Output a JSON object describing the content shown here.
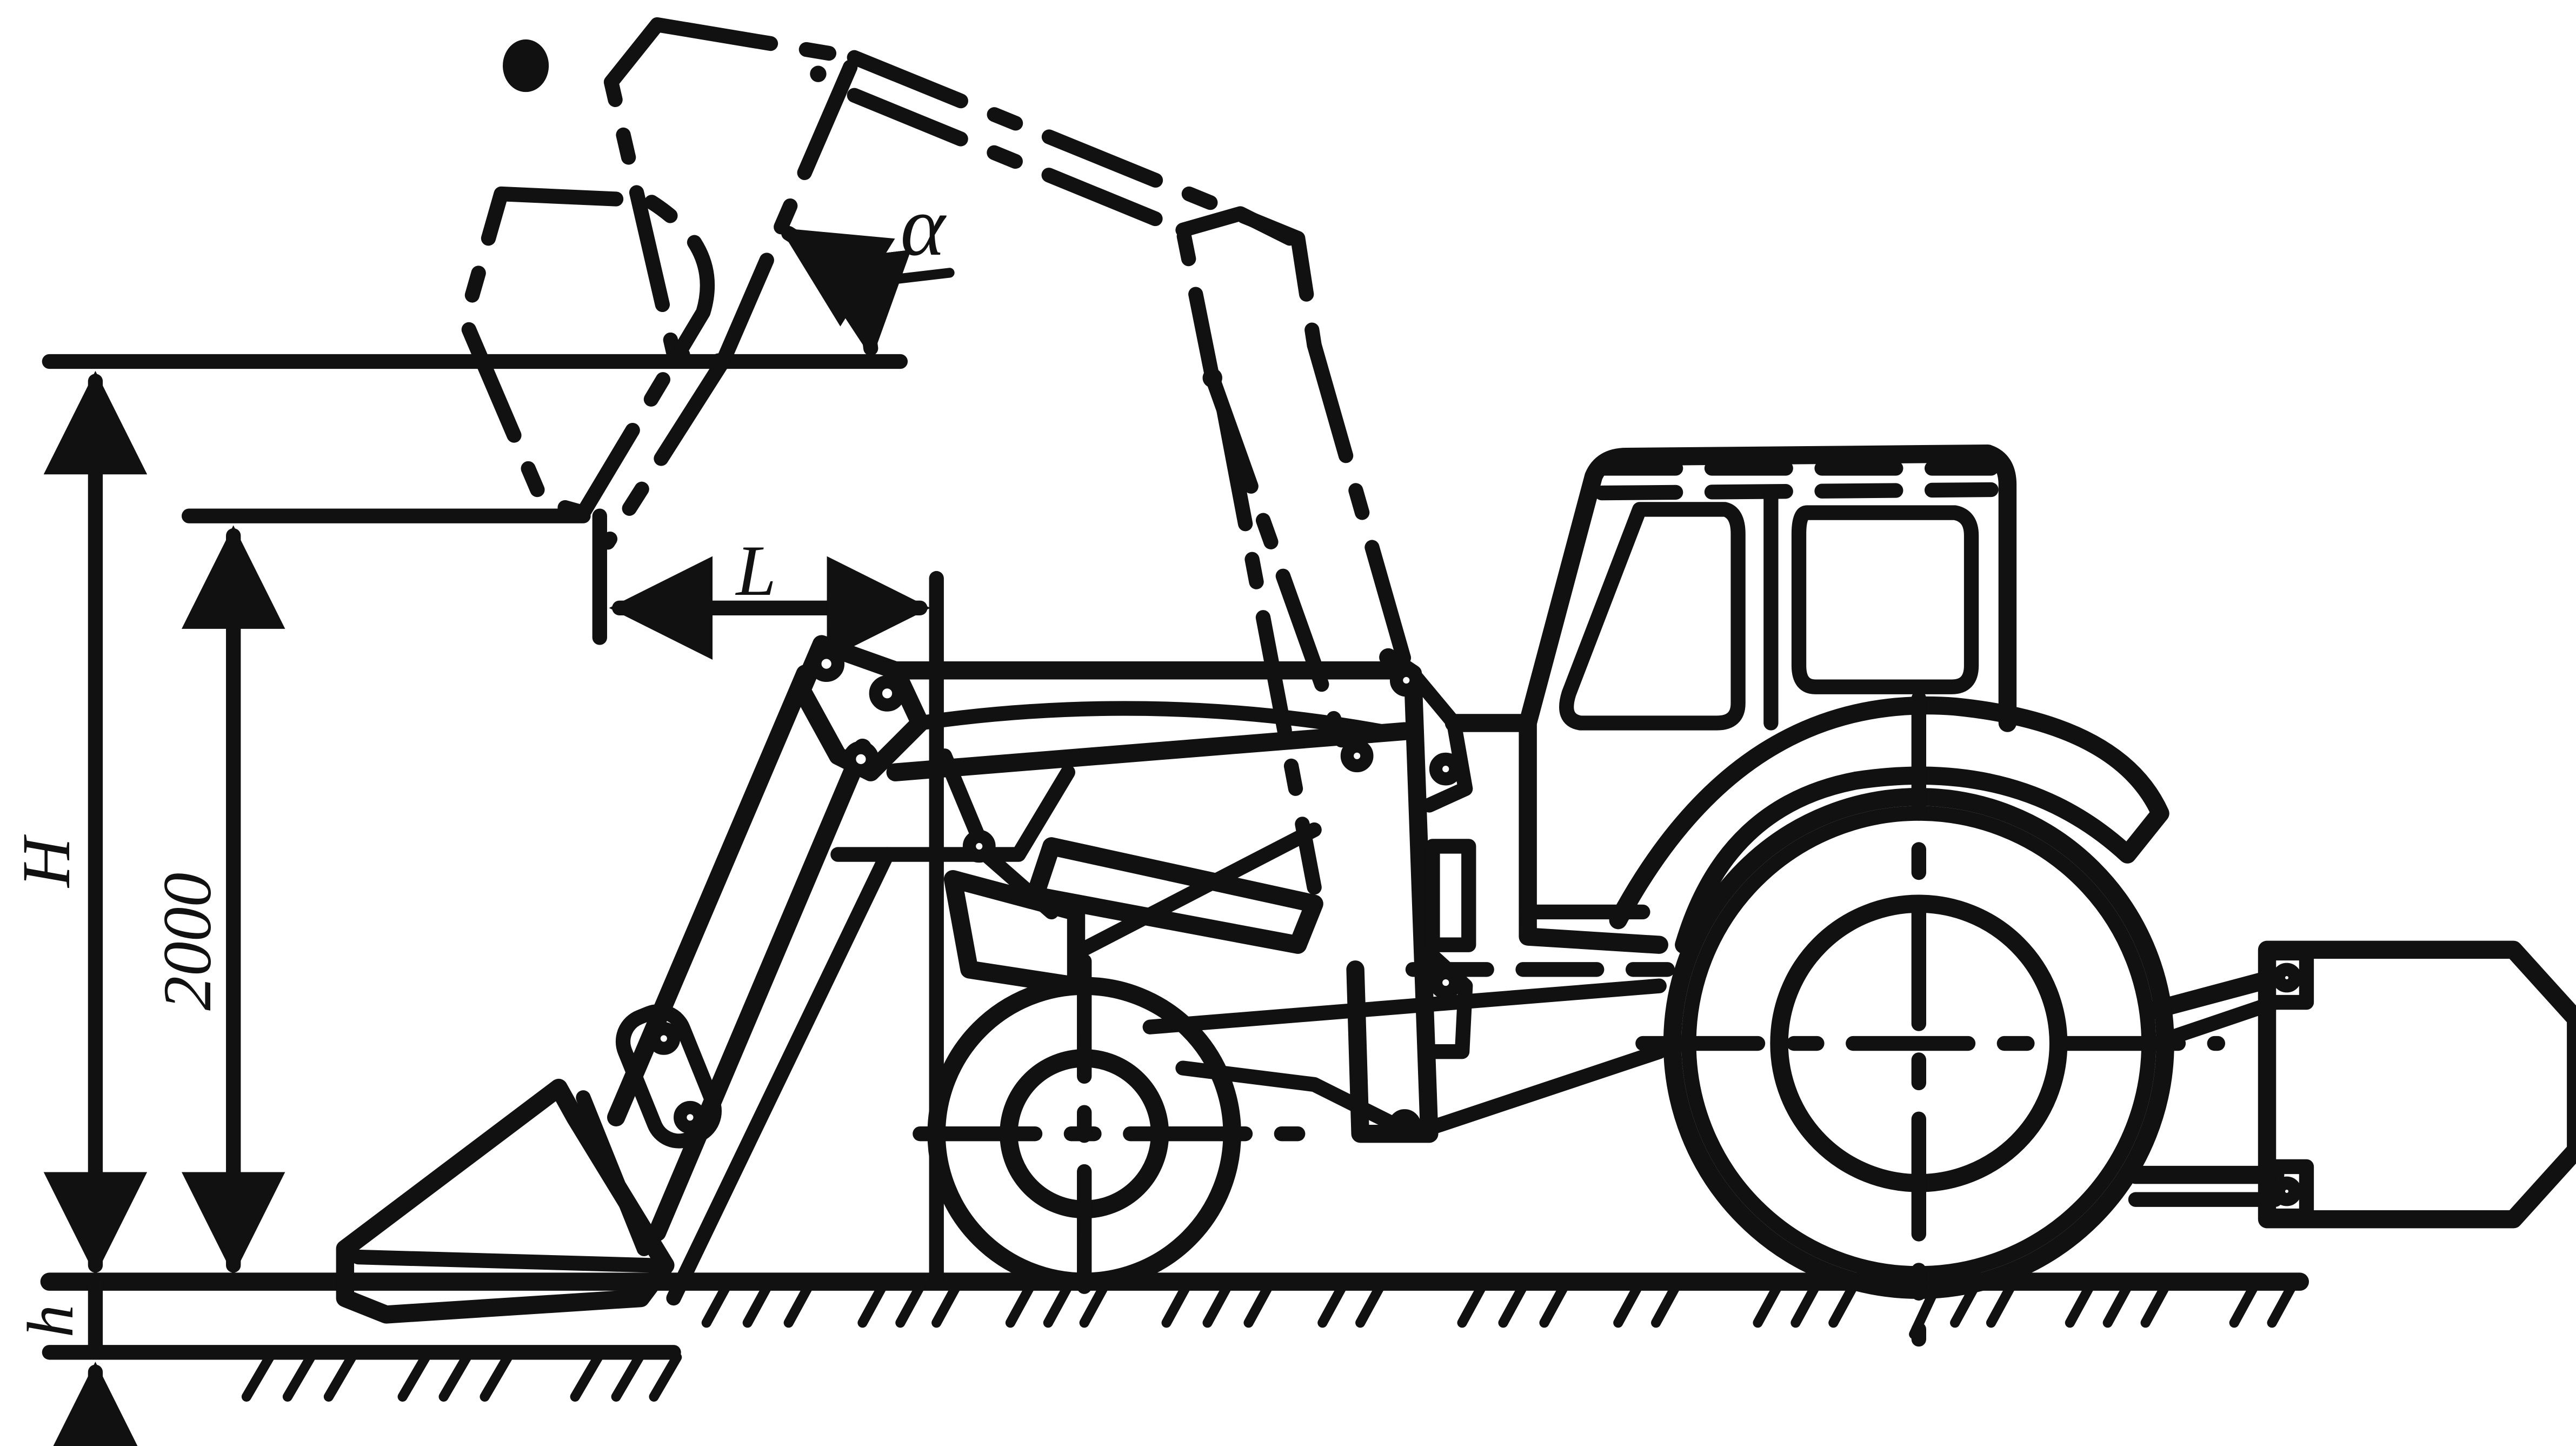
{
  "labels": {
    "alpha": "α",
    "length": "L",
    "height_total": "H",
    "height_2000": "2000",
    "ground_depth": "h"
  },
  "colors": {
    "ink": "#111111",
    "paper": "#ffffff"
  }
}
